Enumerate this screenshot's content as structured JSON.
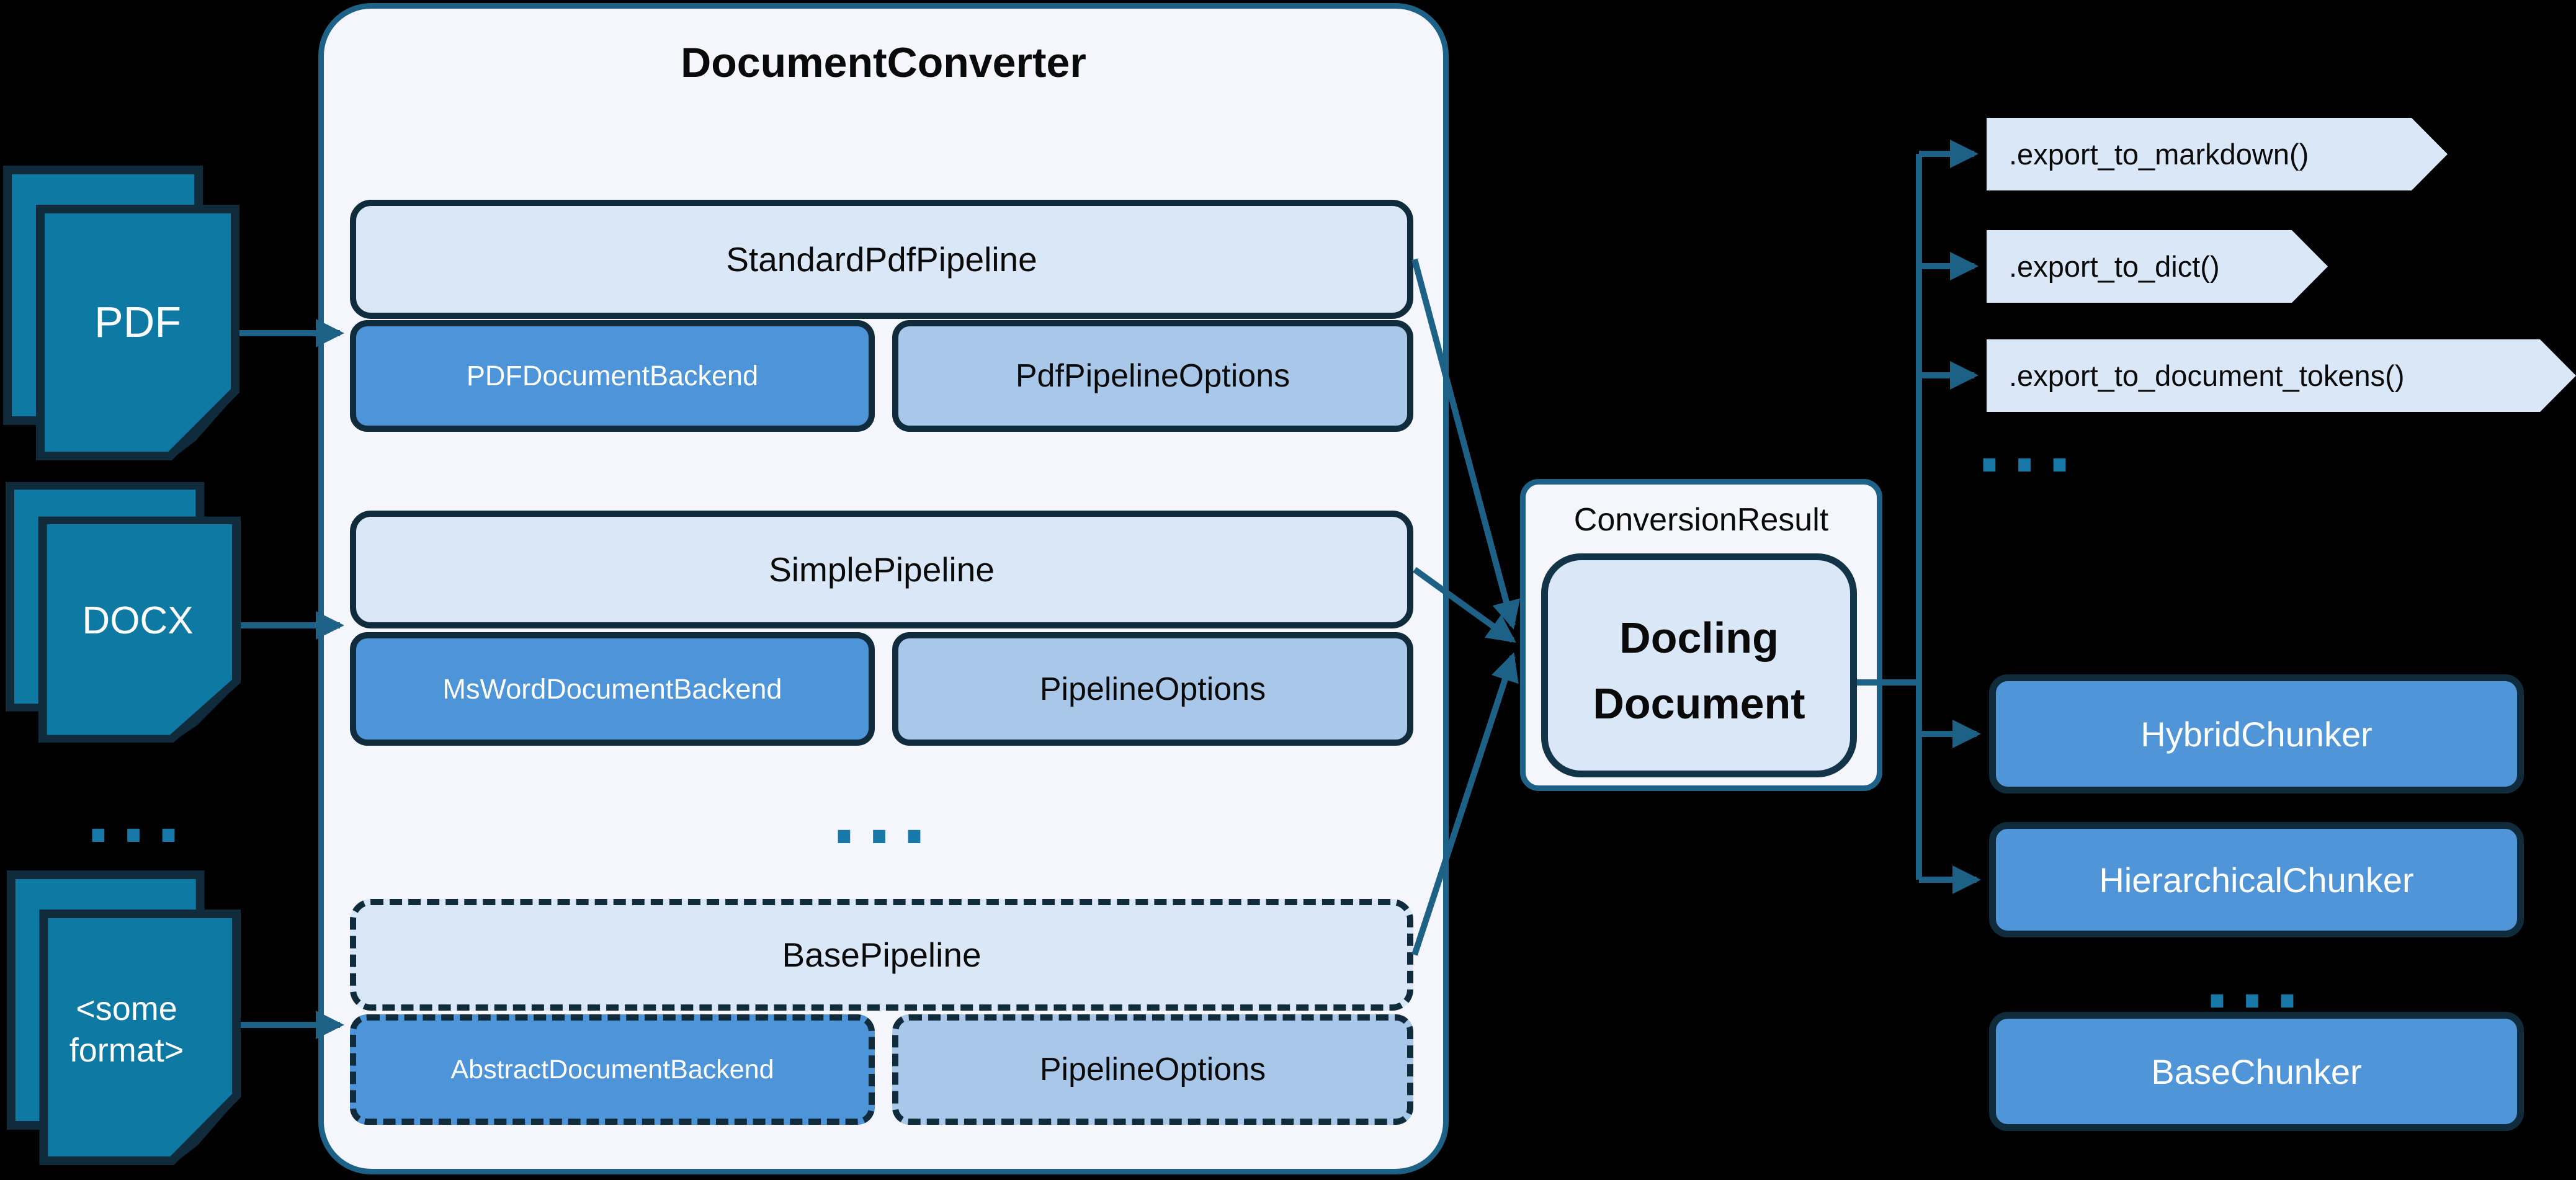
{
  "diagram": {
    "title": "DocumentConverter",
    "inputs": [
      {
        "label": "PDF"
      },
      {
        "label": "DOCX"
      },
      {
        "label": "<some format>"
      }
    ],
    "input_ellipsis": "...",
    "pipelines": [
      {
        "name": "StandardPdfPipeline",
        "backend": "PDFDocumentBackend",
        "options": "PdfPipelineOptions"
      },
      {
        "name": "SimplePipeline",
        "backend": "MsWordDocumentBackend",
        "options": "PipelineOptions"
      },
      {
        "name": "BasePipeline",
        "backend": "AbstractDocumentBackend",
        "options": "PipelineOptions"
      }
    ],
    "pipeline_ellipsis": "...",
    "result": {
      "label": "ConversionResult",
      "document": "Docling Document"
    },
    "exports": [
      ".export_to_markdown()",
      ".export_to_dict()",
      ".export_to_document_tokens()"
    ],
    "export_ellipsis": "...",
    "chunkers": [
      {
        "label": "HybridChunker"
      },
      {
        "label": "HierarchicalChunker"
      }
    ],
    "chunker_ellipsis": "...",
    "base_chunker": {
      "label": "BaseChunker"
    },
    "colors": {
      "background": "#000000",
      "panel_fill": "#F4F6FB",
      "panel_border": "#1E6186",
      "light_blue_fill": "#D9E7F6",
      "medium_blue_fill": "#4E94D8",
      "pale_blue_fill": "#A9C7E9",
      "dark_outline": "#102B3C",
      "document_teal": "#0E79A2",
      "arrow_teal": "#1E6186",
      "ellipsis_teal": "#1878A8"
    }
  }
}
